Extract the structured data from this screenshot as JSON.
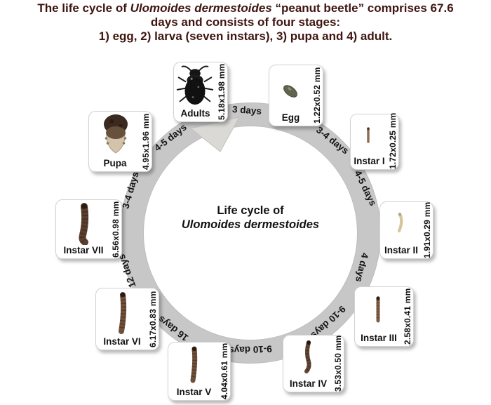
{
  "title": {
    "part1": "The life cycle of ",
    "species": "Ulomoides dermestoides",
    "part2": " “peanut beetle” comprises 67.6",
    "line2": "days  and consists of four stages:",
    "line3": "1) egg, 2) larva (seven instars), 3) pupa and 4) adult."
  },
  "center_label": {
    "line1": "Life cycle of",
    "line2": "Ulomoides dermestoides"
  },
  "stages": [
    {
      "name": "Adults",
      "size": "5.18x1.98 mm",
      "icon": "beetle-icon"
    },
    {
      "name": "Egg",
      "size": "1.22x0.52 mm",
      "icon": "egg-icon"
    },
    {
      "name": "Instar I",
      "size": "1.72x0.25 mm",
      "icon": "larva-icon"
    },
    {
      "name": "Instar II",
      "size": "1.91x0.29 mm",
      "icon": "larva-icon"
    },
    {
      "name": "Instar III",
      "size": "2.58x0.41 mm",
      "icon": "larva-icon"
    },
    {
      "name": "Instar IV",
      "size": "3.53x0.50 mm",
      "icon": "larva-icon"
    },
    {
      "name": "Instar V",
      "size": "4.04x0.61 mm",
      "icon": "larva-icon"
    },
    {
      "name": "Instar VI",
      "size": "6.17x0.83 mm",
      "icon": "larva-icon"
    },
    {
      "name": "Instar VII",
      "size": "6.56x0.98 mm",
      "icon": "larva-icon"
    },
    {
      "name": "Pupa",
      "size": "4.95x1.96 mm",
      "icon": "pupa-icon"
    }
  ],
  "durations": [
    "3 days",
    "3-4 days",
    "4-5 days",
    "4 days",
    "9-10 days",
    "9-10 days",
    "16 days",
    "12 days",
    "3-4 days",
    "4-5 days"
  ],
  "colors": {
    "title_text": "#3f1511",
    "ring": "#c7c7c7",
    "arrow": "#dad9d5",
    "label_text": "#141414",
    "box_background": "#ffffff"
  }
}
